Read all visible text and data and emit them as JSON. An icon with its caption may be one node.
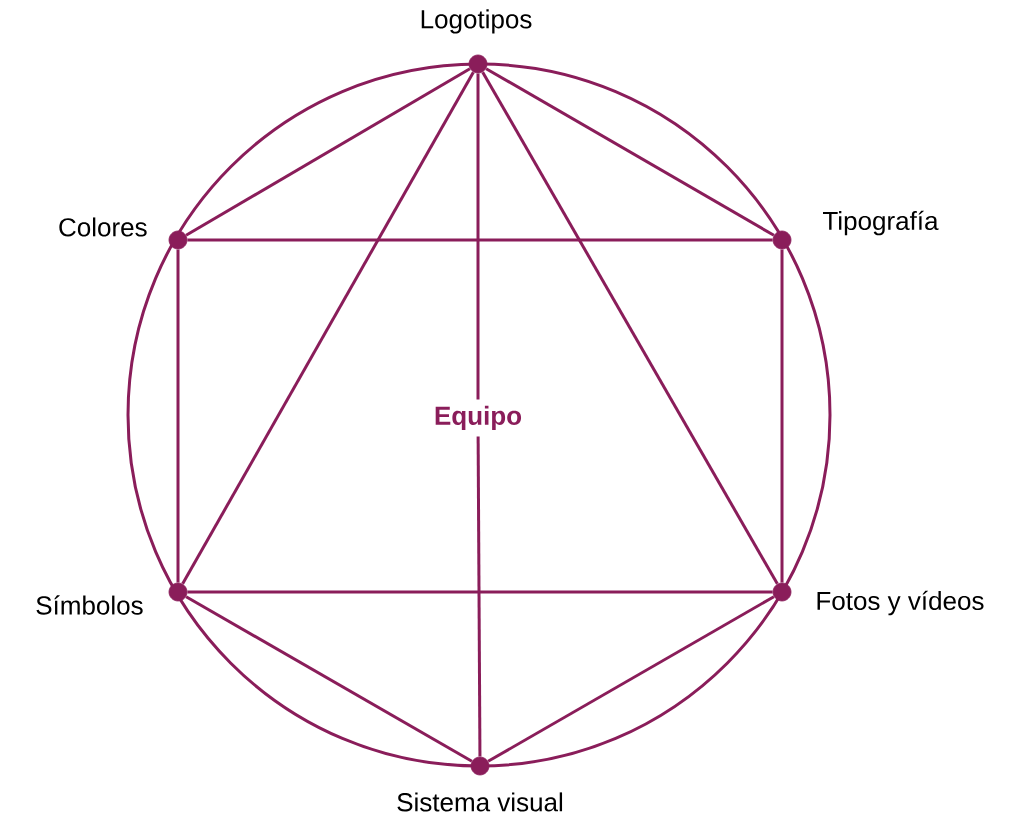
{
  "diagram": {
    "nodes": [
      {
        "text": [],
        "shape": "circle",
        "beside": [
          "Logotipos"
        ]
      },
      {
        "text": [],
        "shape": "circle",
        "beside": [
          "Colores"
        ]
      },
      {
        "text": [],
        "shape": "circle",
        "beside": [
          "Tipografía"
        ]
      },
      {
        "text": [
          "Equipo"
        ]
      },
      {
        "text": [],
        "shape": "circle",
        "beside": [
          "Símbolos"
        ]
      },
      {
        "text": [],
        "shape": "circle",
        "beside": [
          "Fotos y vídeos"
        ]
      },
      {
        "text": [],
        "shape": "circle",
        "beside": [
          "Sistema visual"
        ]
      }
    ],
    "edges": [
      {
        "from": 0,
        "to": 1,
        "arrow": "none"
      },
      {
        "from": 0,
        "to": 2,
        "arrow": "none"
      },
      {
        "from": 0,
        "to": 4,
        "arrow": "none"
      },
      {
        "from": 0,
        "to": 5,
        "arrow": "none"
      },
      {
        "from": 0,
        "to": 3,
        "arrow": "none"
      },
      {
        "from": 3,
        "to": 6,
        "arrow": "none"
      },
      {
        "from": 1,
        "to": 2,
        "arrow": "none"
      },
      {
        "from": 1,
        "to": 4,
        "arrow": "none"
      },
      {
        "from": 2,
        "to": 5,
        "arrow": "none"
      },
      {
        "from": 4,
        "to": 5,
        "arrow": "none"
      },
      {
        "from": 4,
        "to": 6,
        "arrow": "none"
      },
      {
        "from": 5,
        "to": 6,
        "arrow": "none"
      }
    ]
  }
}
